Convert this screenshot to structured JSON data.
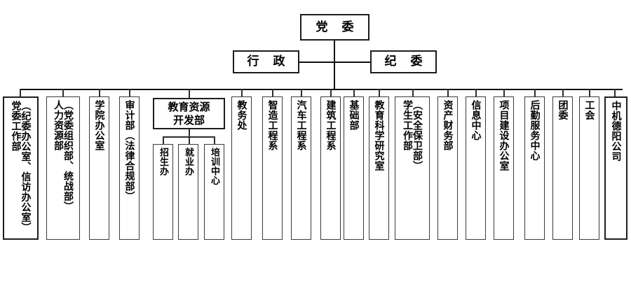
{
  "chart": {
    "title_top": "党 委",
    "tier2": [
      {
        "id": "admin",
        "label": "行 政"
      },
      {
        "id": "discipline",
        "label": "纪 委"
      }
    ],
    "edu_resource": {
      "label": "教育资源\n开发部",
      "line1": "教育资源",
      "line2": "开发部",
      "children": [
        {
          "id": "recruit",
          "label": "招生办"
        },
        {
          "id": "employment",
          "label": "就业办"
        },
        {
          "id": "training",
          "label": "培训中心"
        }
      ]
    },
    "departments": [
      {
        "id": "party-work",
        "lines": [
          "（纪委办公室、信访办公室）",
          "党委工作部"
        ]
      },
      {
        "id": "hr",
        "lines": [
          "（党委组织部、统战部）",
          "人力资源部"
        ]
      },
      {
        "id": "college-office",
        "lines": [
          "学院办公室"
        ]
      },
      {
        "id": "audit",
        "lines": [
          "审计部（法律合规部）"
        ]
      },
      {
        "id": "academic-affairs",
        "lines": [
          "教务处"
        ]
      },
      {
        "id": "smart-manufacturing",
        "lines": [
          "智造工程系"
        ]
      },
      {
        "id": "automotive",
        "lines": [
          "汽车工程系"
        ]
      },
      {
        "id": "construction",
        "lines": [
          "建筑工程系"
        ]
      },
      {
        "id": "foundation",
        "lines": [
          "基础部"
        ]
      },
      {
        "id": "edu-research",
        "lines": [
          "教育科学研究室"
        ]
      },
      {
        "id": "student-work",
        "lines": [
          "（安全保卫部）",
          "学生工作部"
        ]
      },
      {
        "id": "asset-finance",
        "lines": [
          "资产财务部"
        ]
      },
      {
        "id": "information-center",
        "lines": [
          "信息中心"
        ]
      },
      {
        "id": "project-construction",
        "lines": [
          "项目建设办公室"
        ]
      },
      {
        "id": "logistics",
        "lines": [
          "后勤服务中心"
        ]
      },
      {
        "id": "youth-league",
        "lines": [
          "团委"
        ]
      },
      {
        "id": "labor-union",
        "lines": [
          "工会"
        ]
      },
      {
        "id": "deyang-company",
        "lines": [
          "中机德阳公司"
        ]
      }
    ]
  },
  "colors": {
    "border": "#3a3a3a",
    "line": "#2e2e2e",
    "background": "#ffffff",
    "text": "#000000"
  }
}
